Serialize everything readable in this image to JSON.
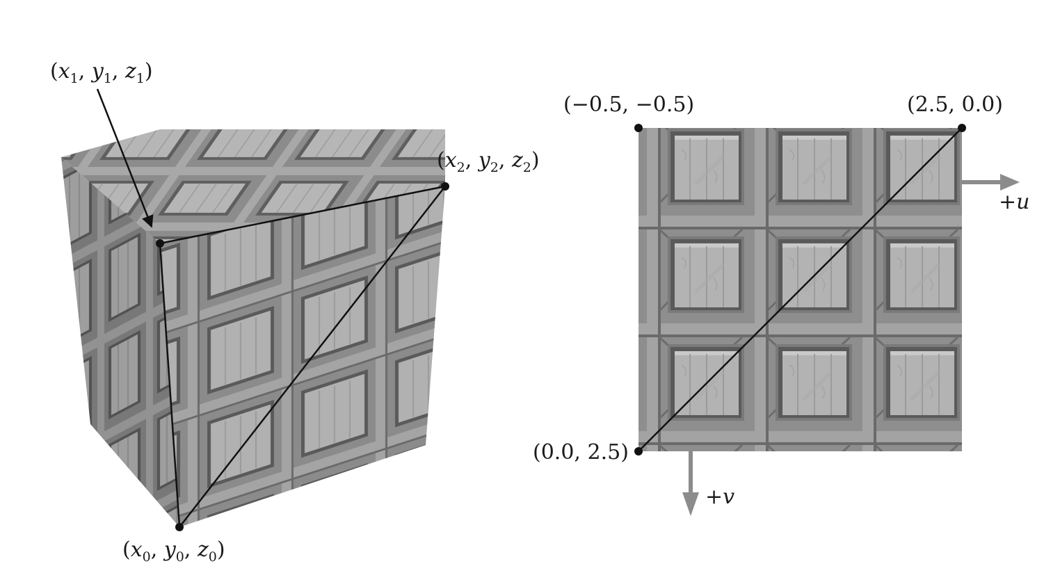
{
  "cube": {
    "vertex_labels": {
      "v1": {
        "open": "(",
        "x": "x",
        "xs": "1",
        "y": "y",
        "ys": "1",
        "z": "z",
        "zs": "1",
        "close": ")"
      },
      "v2": {
        "open": "(",
        "x": "x",
        "xs": "2",
        "y": "y",
        "ys": "2",
        "z": "z",
        "zs": "2",
        "close": ")"
      },
      "v0": {
        "open": "(",
        "x": "x",
        "xs": "0",
        "y": "y",
        "ys": "0",
        "z": "z",
        "zs": "0",
        "close": ")"
      }
    }
  },
  "texture": {
    "corner_labels": {
      "top_left": "(−0.5, −0.5)",
      "top_right": "(2.5, 0.0)",
      "bottom_left": "(0.0, 2.5)"
    },
    "axes": {
      "u_label": "+u",
      "v_label": "+v"
    }
  },
  "colors": {
    "line": "#111111",
    "arrow_gray": "#8c8c8c",
    "tile_light": "#b9b9b9",
    "tile_mid": "#9a9a9a",
    "tile_dark": "#5e5e5e",
    "frame": "#7d7d7d"
  }
}
